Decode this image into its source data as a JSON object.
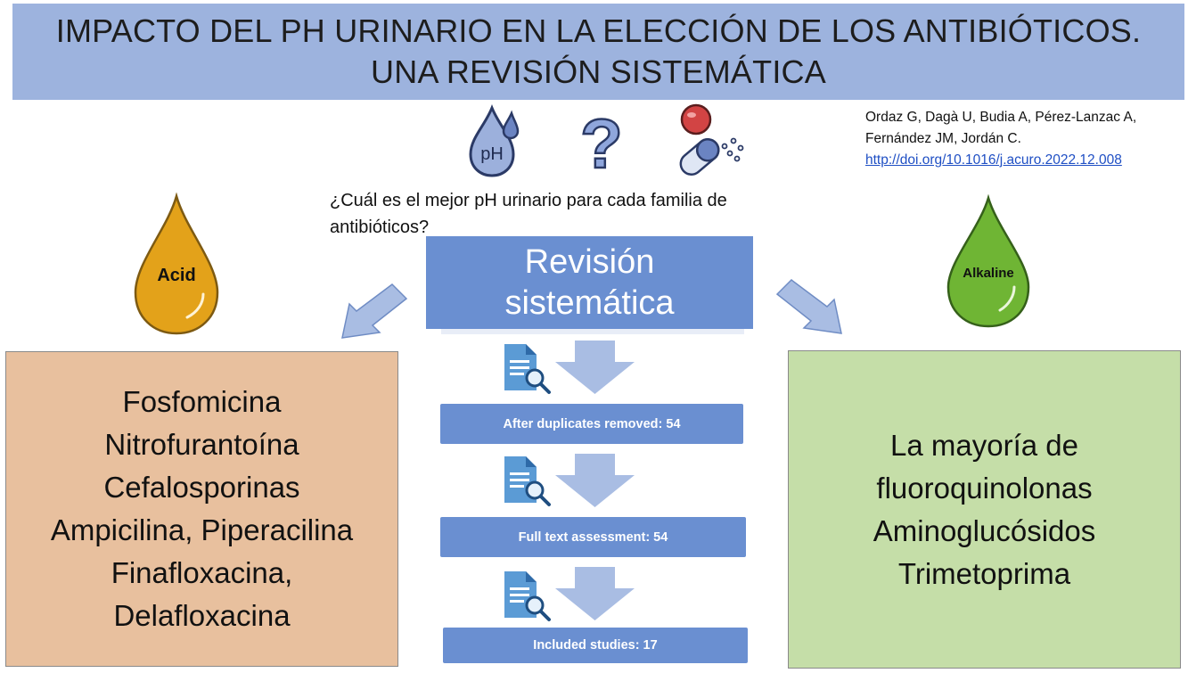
{
  "title": {
    "line1": "IMPACTO DEL PH URINARIO EN LA ELECCIÓN DE LOS ANTIBIÓTICOS.",
    "line2": "UNA REVISIÓN SISTEMÁTICA"
  },
  "authors": {
    "line1": "Ordaz G, Dagà U, Budia A, Pérez-Lanzac A,",
    "line2": "Fernández JM, Jordán C.",
    "doi": "http://doi.org/10.1016/j.acuro.2022.12.008"
  },
  "icons": {
    "ph_drop_label": "pH",
    "question_mark": "?"
  },
  "question": "¿Cuál es el mejor pH urinario para cada familia de antibióticos?",
  "review": {
    "line1": "Revisión",
    "line2": "sistemática"
  },
  "steps": [
    {
      "label": "After duplicates removed: 54"
    },
    {
      "label": "Full text assessment: 54"
    },
    {
      "label": "Included studies: 17"
    }
  ],
  "acid": {
    "label": "Acid",
    "color": "#e3a21a",
    "items": [
      "Fosfomicina",
      "Nitrofurantoína",
      "Cefalosporinas",
      "Ampicilina, Piperacilina",
      "Finafloxacina,",
      "Delafloxacina"
    ]
  },
  "alkaline": {
    "label": "Alkaline",
    "color": "#6fb534",
    "items": [
      "La mayoría de",
      "fluoroquinolonas",
      "Aminoglucósidos",
      "Trimetoprima"
    ]
  },
  "colors": {
    "title_band": "#9db3de",
    "review_box": "#6a8fd1",
    "arrow": "#a9bde3",
    "acid_box": "#e8c09e",
    "alkaline_box": "#c5dea8"
  }
}
